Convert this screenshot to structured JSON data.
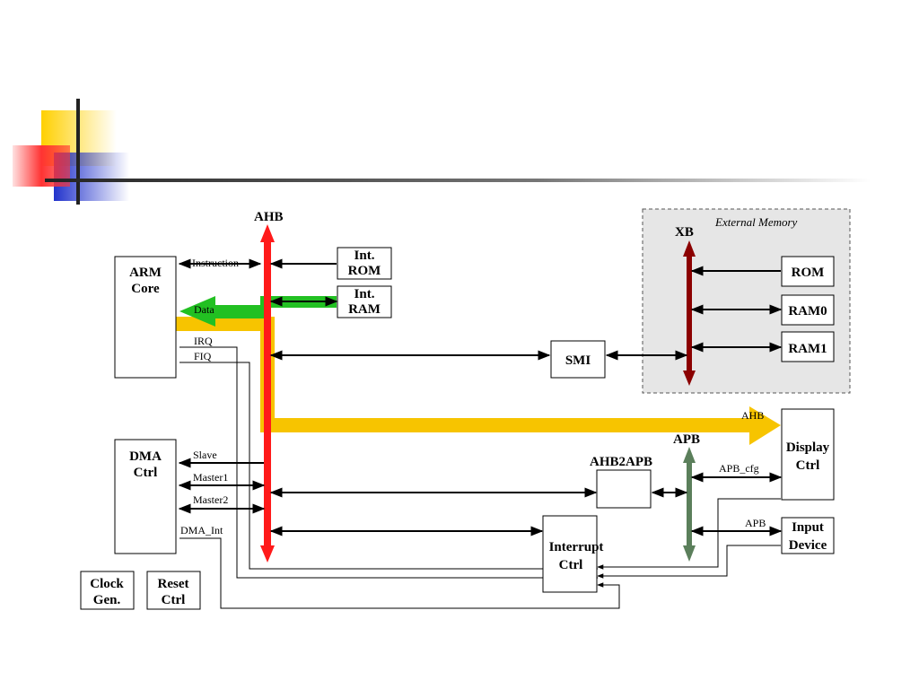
{
  "colors": {
    "ahb_bus": "#ff1a1a",
    "xb_bus": "#8b0000",
    "apb_bus": "#5b7f5b",
    "data_path": "#22c022",
    "ahb_path": "#f7c400",
    "ext_mem_bg": "#e6e6e6",
    "deco_yellow": "#ffd000",
    "deco_blue": "#2233cc",
    "deco_red": "#ff3333"
  },
  "buses": {
    "ahb": "AHB",
    "xb": "XB",
    "apb": "APB"
  },
  "external_memory_label": "External Memory",
  "blocks": {
    "arm_core": [
      "ARM",
      "Core"
    ],
    "int_rom": [
      "Int.",
      "ROM"
    ],
    "int_ram": [
      "Int.",
      "RAM"
    ],
    "smi": [
      "SMI"
    ],
    "rom": [
      "ROM"
    ],
    "ram0": [
      "RAM0"
    ],
    "ram1": [
      "RAM1"
    ],
    "dma_ctrl": [
      "DMA",
      "Ctrl"
    ],
    "display_ctrl": [
      "Display",
      "Ctrl"
    ],
    "ahb2apb": "AHB2APB",
    "interrupt_ctrl": [
      "Interrupt",
      "Ctrl"
    ],
    "input_device": [
      "Input",
      "Device"
    ],
    "clock_gen": [
      "Clock",
      "Gen."
    ],
    "reset_ctrl": [
      "Reset",
      "Ctrl"
    ]
  },
  "signals": {
    "instruction": "Instruction",
    "data": "Data",
    "irq": "IRQ",
    "fiq": "FIQ",
    "slave": "Slave",
    "master1": "Master1",
    "master2": "Master2",
    "dma_int": "DMA_Int",
    "ahb_path": "AHB",
    "apb_cfg": "APB_cfg",
    "apb_input": "APB"
  }
}
